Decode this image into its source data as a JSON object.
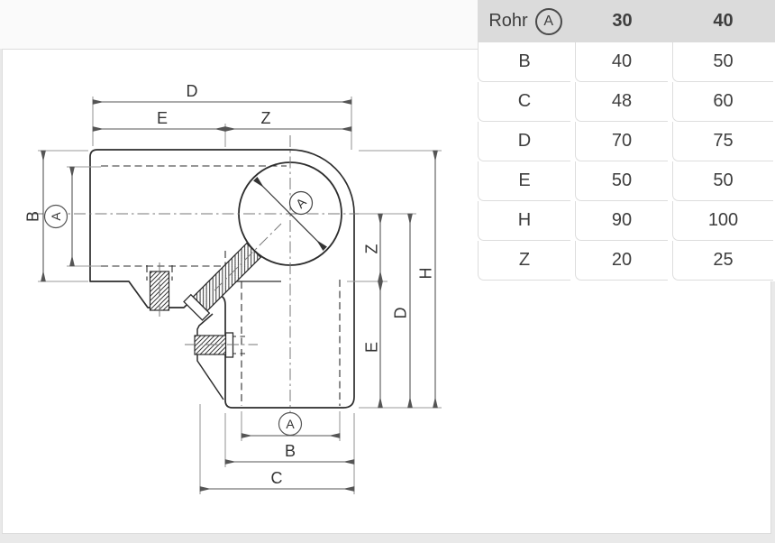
{
  "table": {
    "header": {
      "label": "Rohr",
      "symbol": "A",
      "columns": [
        "30",
        "40"
      ]
    },
    "rows": [
      {
        "label": "B",
        "values": [
          "40",
          "50"
        ]
      },
      {
        "label": "C",
        "values": [
          "48",
          "60"
        ]
      },
      {
        "label": "D",
        "values": [
          "70",
          "75"
        ]
      },
      {
        "label": "E",
        "values": [
          "50",
          "50"
        ]
      },
      {
        "label": "H",
        "values": [
          "90",
          "100"
        ]
      },
      {
        "label": "Z",
        "values": [
          "20",
          "25"
        ]
      }
    ]
  },
  "drawing": {
    "labels": {
      "dim_d_top": "D",
      "dim_e_top": "E",
      "dim_z_top": "Z",
      "dim_b_left": "B",
      "dim_a_left": "A",
      "dim_a_circle": "A",
      "dim_z_right": "Z",
      "dim_e_right": "E",
      "dim_d_right": "D",
      "dim_h_right": "H",
      "dim_a_bottom": "A",
      "dim_b_bottom": "B",
      "dim_c_bottom": "C"
    },
    "colors": {
      "line": "#2d2d2d",
      "dimension": "#555555",
      "extension": "#9a9a9a",
      "label": "#333333"
    }
  }
}
